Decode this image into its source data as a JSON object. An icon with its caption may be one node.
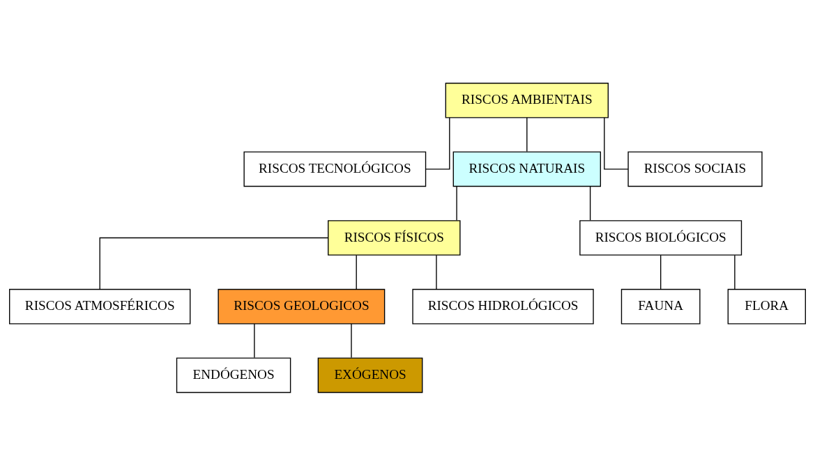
{
  "diagram": {
    "nodes": [
      {
        "text": [
          "RISCOS AMBIENTAIS"
        ]
      },
      {
        "text": [
          "RISCOS TECNOLÓGICOS"
        ]
      },
      {
        "text": [
          "RISCOS NATURAIS"
        ]
      },
      {
        "text": [
          "RISCOS SOCIAIS"
        ]
      },
      {
        "text": [
          "RISCOS FÍSICOS"
        ]
      },
      {
        "text": [
          "RISCOS BIOLÓGICOS"
        ]
      },
      {
        "text": [
          "RISCOS ATMOSFÉRICOS"
        ]
      },
      {
        "text": [
          "RISCOS GEOLOGICOS"
        ]
      },
      {
        "text": [
          "RISCOS HIDROLÓGICOS"
        ]
      },
      {
        "text": [
          "FAUNA"
        ]
      },
      {
        "text": [
          "FLORA"
        ]
      },
      {
        "text": [
          "ENDÓGENOS"
        ]
      },
      {
        "text": [
          "EXÓGENOS"
        ]
      }
    ],
    "edges": [
      {
        "from": 0,
        "to": 1,
        "arrow": "none"
      },
      {
        "from": 0,
        "to": 2,
        "arrow": "none"
      },
      {
        "from": 0,
        "to": 3,
        "arrow": "none"
      },
      {
        "from": 2,
        "to": 4,
        "arrow": "none"
      },
      {
        "from": 2,
        "to": 5,
        "arrow": "none"
      },
      {
        "from": 4,
        "to": 6,
        "arrow": "none"
      },
      {
        "from": 4,
        "to": 7,
        "arrow": "none"
      },
      {
        "from": 4,
        "to": 8,
        "arrow": "none"
      },
      {
        "from": 5,
        "to": 9,
        "arrow": "none"
      },
      {
        "from": 5,
        "to": 10,
        "arrow": "none"
      },
      {
        "from": 7,
        "to": 11,
        "arrow": "none"
      },
      {
        "from": 7,
        "to": 12,
        "arrow": "none"
      }
    ]
  }
}
